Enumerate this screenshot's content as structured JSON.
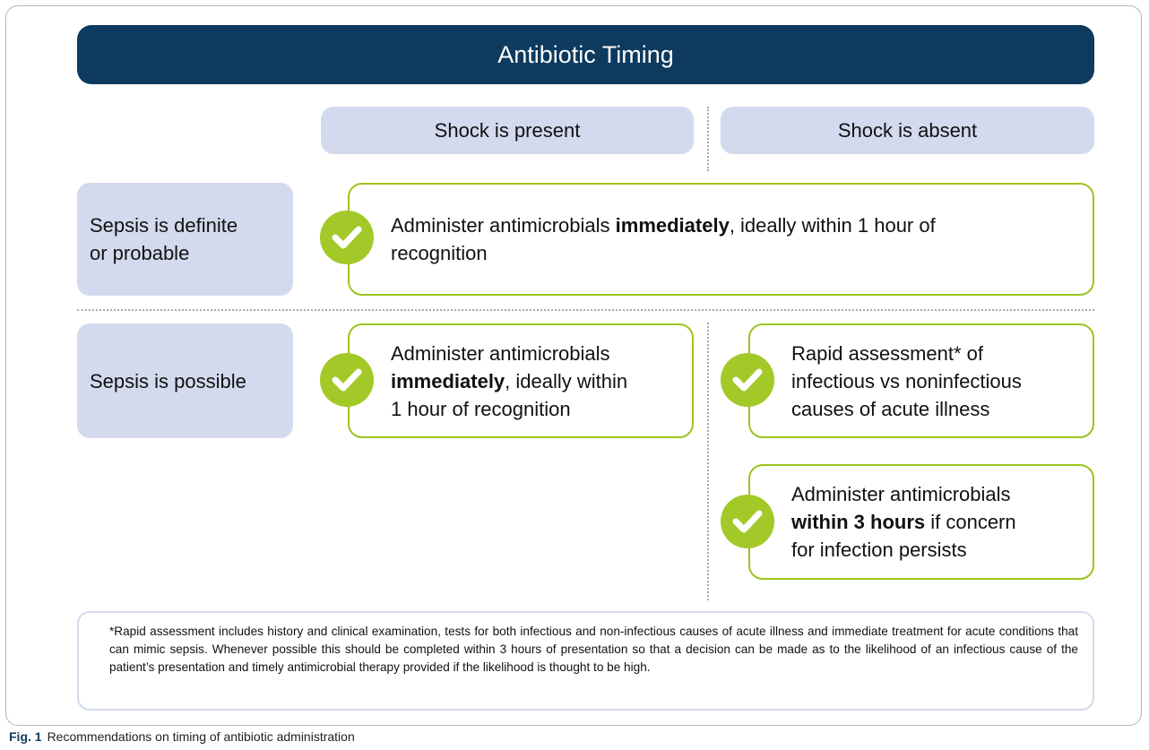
{
  "title": "Antibiotic Timing",
  "columns": {
    "shock_present": "Shock is present",
    "shock_absent": "Shock is absent"
  },
  "rows": {
    "definite": {
      "label_line1": "Sepsis is definite",
      "label_line2": "or probable",
      "rec_pre": "Administer antimicrobials ",
      "rec_bold": "immediately",
      "rec_post_line1": ", ideally within 1 hour of",
      "rec_line2": "recognition"
    },
    "possible": {
      "label": "Sepsis is possible",
      "shock_rec_line1": "Administer antimicrobials",
      "shock_rec_bold": "immediately",
      "shock_rec_post": ", ideally within",
      "shock_rec_line3": "1 hour of recognition",
      "assess_line1": "Rapid assessment* of",
      "assess_line2": "infectious vs noninfectious",
      "assess_line3": "causes of acute illness",
      "delay_line1": "Administer antimicrobials",
      "delay_bold": "within 3 hours",
      "delay_post": " if concern",
      "delay_line3": "for infection persists"
    }
  },
  "footnote": "*Rapid assessment includes history and clinical examination, tests for both infectious and non-infectious causes of acute illness and immediate treatment for acute conditions that can mimic sepsis. Whenever possible this should be completed within 3 hours of presentation so that a decision can be made as to the likelihood of an infectious cause of the patient’s presentation and timely antimicrobial therapy provided if the likelihood is thought to be high.",
  "caption": {
    "label": "Fig. 1",
    "text": "Recommendations on timing of antibiotic administration"
  },
  "colors": {
    "title_bg": "#0d3a5e",
    "pill_bg": "#d3daee",
    "accent_green": "#9bc41c"
  },
  "icons": [
    "check-icon"
  ]
}
